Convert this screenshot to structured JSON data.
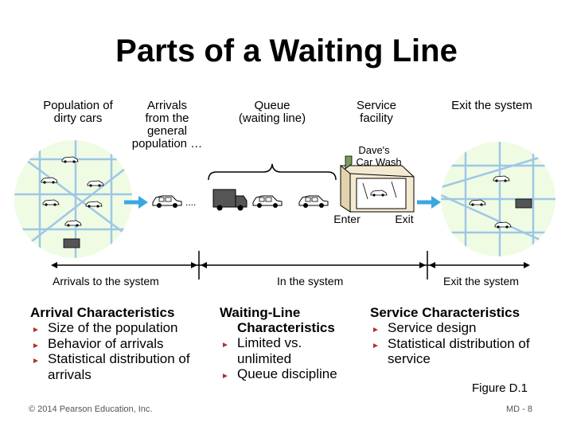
{
  "title": "Parts of a Waiting Line",
  "labels": {
    "population": [
      "Population of",
      "dirty cars"
    ],
    "arrivals_general": [
      "Arrivals",
      "from the",
      "general",
      "population …"
    ],
    "queue": [
      "Queue",
      "(waiting line)"
    ],
    "service_facility": [
      "Service",
      "facility"
    ],
    "exit_top": "Exit the system",
    "daves": [
      "Dave's",
      "Car Wash"
    ],
    "enter": "Enter",
    "exit": "Exit"
  },
  "timeline": {
    "arrivals": "Arrivals to the system",
    "in_system": "In the system",
    "exit": "Exit the system"
  },
  "characteristics": {
    "arrival": {
      "heading": "Arrival Characteristics",
      "items": [
        "Size of the population",
        "Behavior of arrivals",
        "Statistical distribution of",
        "arrivals"
      ]
    },
    "waiting": {
      "heading": [
        "Waiting-Line",
        "Characteristics"
      ],
      "items": [
        "Limited vs.",
        "unlimited",
        "Queue discipline"
      ]
    },
    "service": {
      "heading": "Service Characteristics",
      "items": [
        "Service design",
        "Statistical distribution of",
        "service"
      ]
    }
  },
  "figure_label": "Figure D.1",
  "footer": {
    "copyright": "© 2014 Pearson Education, Inc.",
    "page": "MD - 8"
  },
  "colors": {
    "circle_fill": "#f0fbe4",
    "grid_lines": "#9ec7e6",
    "arrow_blue": "#3da6e0",
    "car_fill": "#ffffff",
    "building_fill": "#f4ead2"
  }
}
